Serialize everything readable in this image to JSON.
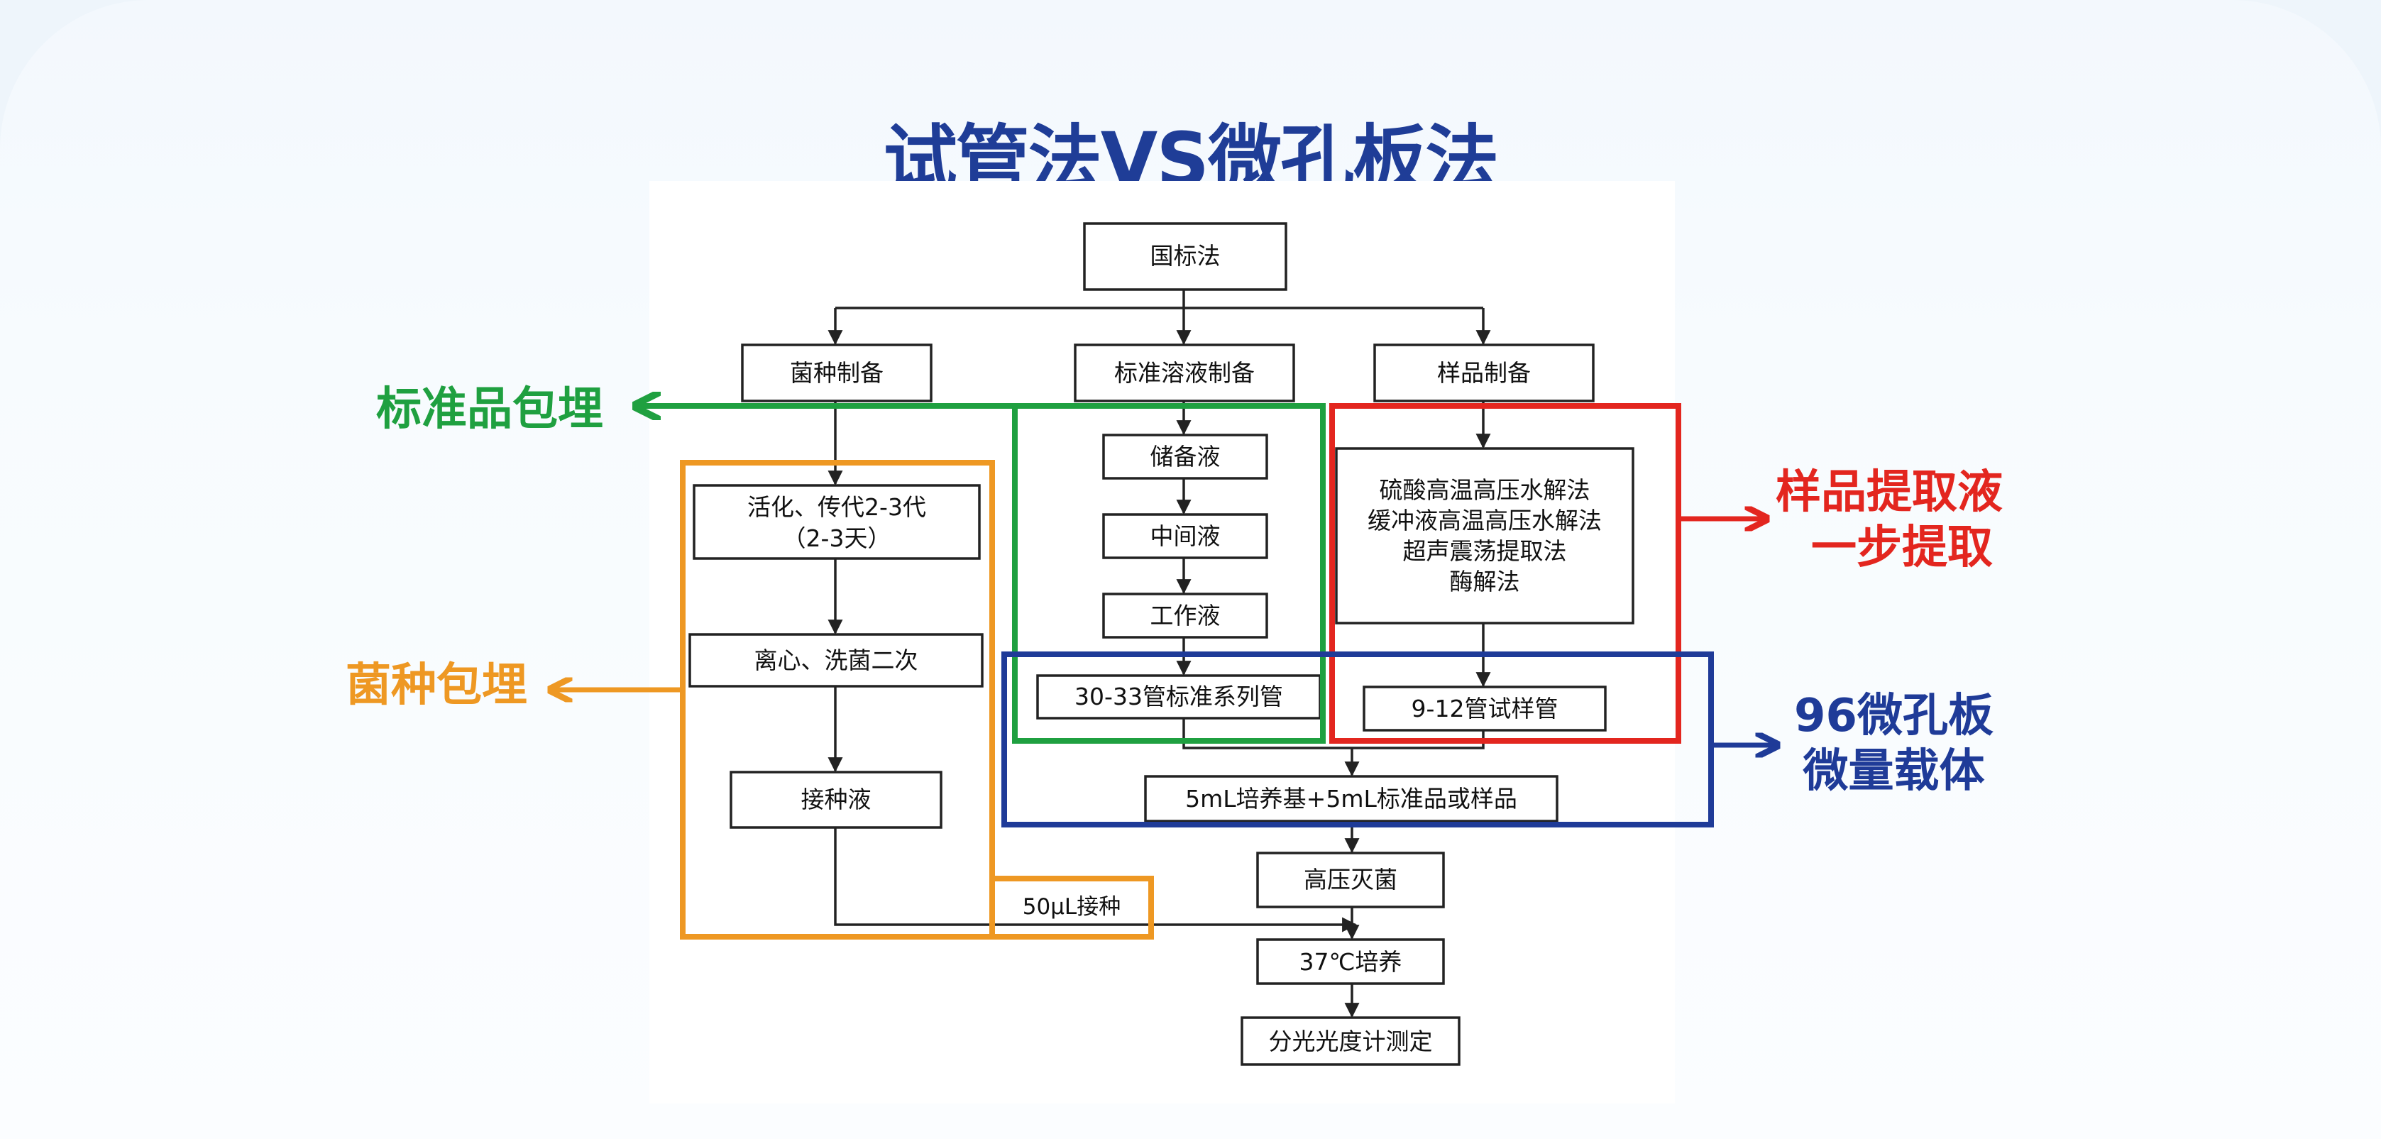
{
  "title": "试管法VS微孔板法",
  "nodes": {
    "gb": "国标法",
    "strain_prep": "菌种制备",
    "std_prep": "标准溶液制备",
    "sample_prep": "样品制备",
    "activate_1": "活化、传代2-3代",
    "activate_2": "（2-3天）",
    "centrifuge": "离心、洗菌二次",
    "inoculum": "接种液",
    "stock": "储备液",
    "intermediate": "中间液",
    "working": "工作液",
    "std_series": "30-33管标准系列管",
    "extract_1": "硫酸高温高压水解法",
    "extract_2": "缓冲液高温高压水解法",
    "extract_3": "超声震荡提取法",
    "extract_4": "酶解法",
    "sample_tubes": "9-12管试样管",
    "medium_mix": "5mL培养基+5mL标准品或样品",
    "sterilize": "高压灭菌",
    "incubate": "37℃培养",
    "measure": "分光光度计测定",
    "inoc_50": "50μL接种"
  },
  "labels": {
    "std_embed": "标准品包埋",
    "strain_embed": "菌种包埋",
    "sample_extract_1": "样品提取液",
    "sample_extract_2": "一步提取",
    "microplate_1": "96微孔板",
    "microplate_2": "微量载体"
  },
  "colors": {
    "title": "#1f3d97",
    "green": "#1fa040",
    "orange": "#ee9823",
    "red": "#e3261f",
    "blue": "#1f3b98"
  }
}
